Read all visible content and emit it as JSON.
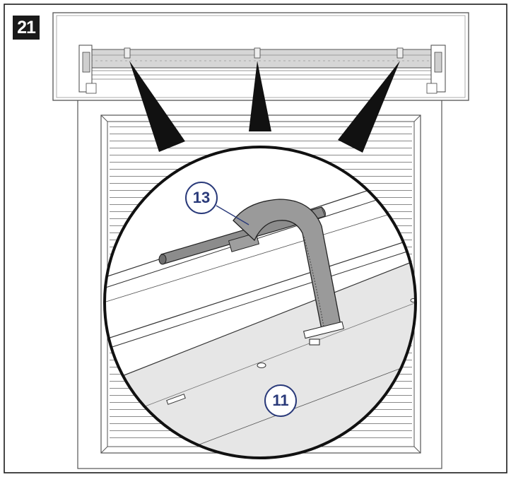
{
  "step": {
    "number": "21"
  },
  "callouts": [
    {
      "id": "13",
      "label": "13"
    },
    {
      "id": "11",
      "label": "11"
    }
  ],
  "colors": {
    "outline": "#1a1a1a",
    "callout": "#2a3a7a",
    "strap": "#9a9a9a",
    "axle": "#8c8c8c",
    "slat_fill": "#e6e6e6"
  }
}
